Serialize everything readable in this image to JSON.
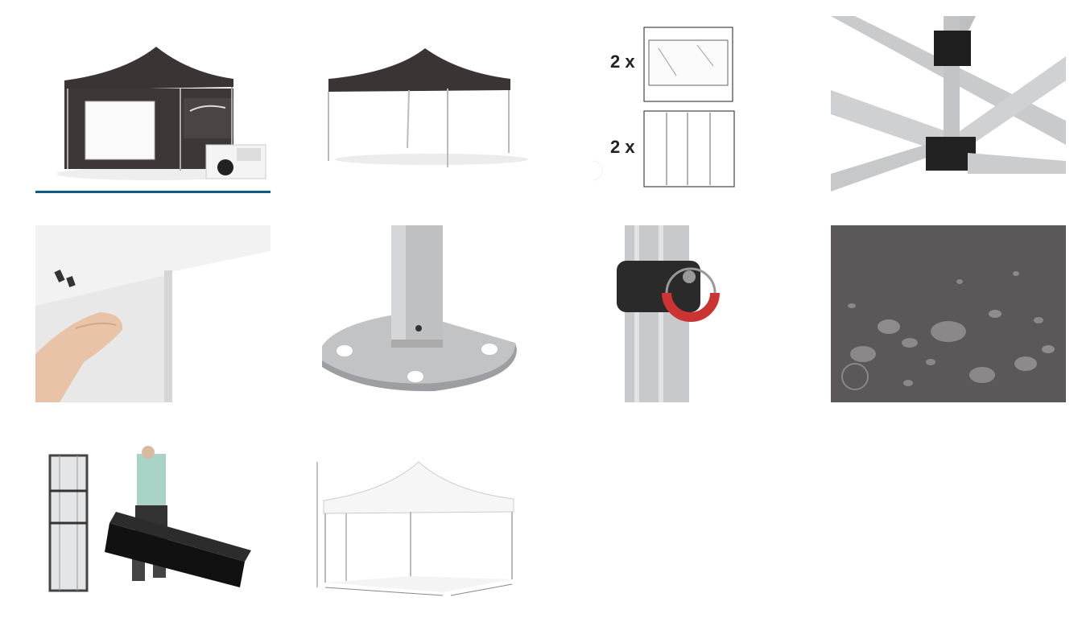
{
  "gallery": {
    "selected_index": 0,
    "thumbnails": [
      {
        "id": "tent-black-sidewalls-icon"
      },
      {
        "id": "tent-black-frame-icon"
      },
      {
        "id": "sidewall-diagram-icon"
      },
      {
        "id": "frame-joint-icon"
      },
      {
        "id": "fabric-velcro-icon"
      },
      {
        "id": "footplate-icon"
      },
      {
        "id": "pole-ring-icon"
      },
      {
        "id": "water-droplets-icon"
      },
      {
        "id": "carry-bag-icon"
      },
      {
        "id": "tent-white-dimensions-icon"
      }
    ],
    "sidewall_diagram": {
      "window_wall_count": "2 x",
      "plain_wall_count": "2 x"
    }
  }
}
